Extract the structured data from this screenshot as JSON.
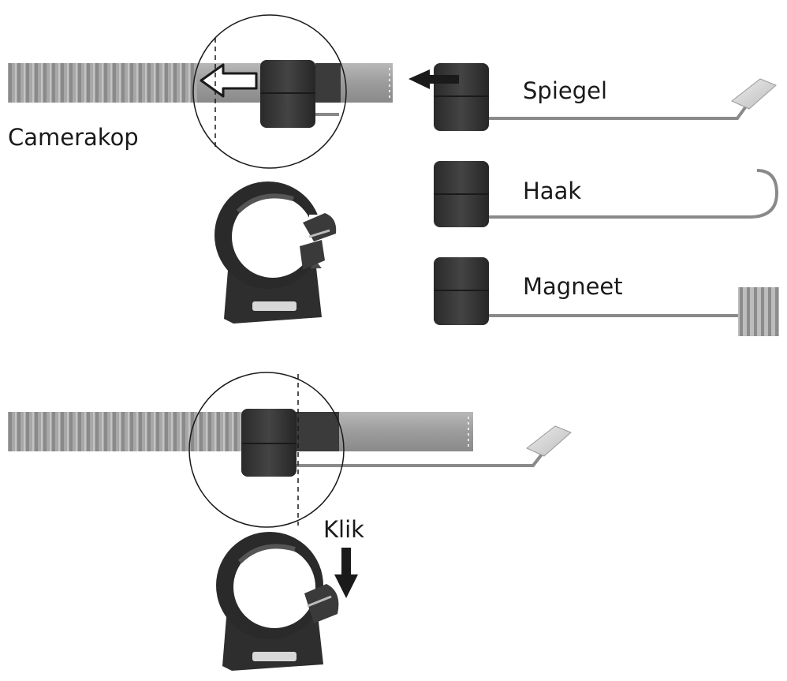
{
  "labels": {
    "camera_head": "Camerakop",
    "mirror": "Spiegel",
    "hook": "Haak",
    "magnet": "Magneet",
    "click": "Klik"
  },
  "colors": {
    "hose": "#9a9a9a",
    "clip": "#333333",
    "tube": "#a6a6a6",
    "wire": "#8a8a8a",
    "mirror_plate": "#d6d6d6"
  },
  "icons": {
    "insert_arrow": "left-arrow-icon",
    "click_arrow": "down-arrow-icon"
  }
}
